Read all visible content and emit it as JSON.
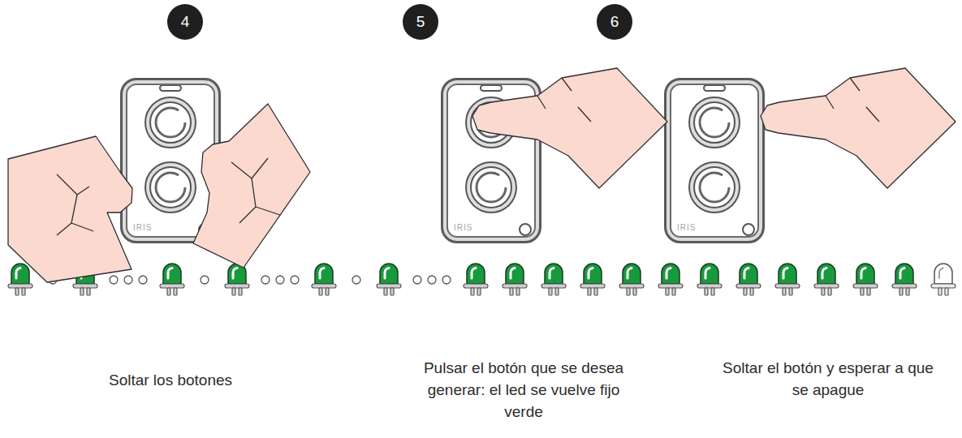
{
  "diagram": {
    "nodes": [
      {
        "text": [
          "4"
        ]
      },
      {
        "text": [
          "IRIS"
        ]
      },
      {
        "text": [
          "5"
        ]
      },
      {
        "text": [
          "IRIS"
        ]
      },
      {
        "text": [
          "6"
        ]
      },
      {
        "text": [
          "IRIS"
        ]
      }
    ],
    "labels": [
      "Soltar los botones",
      "Pulsar el botón que se desea generar: el led se vuelve fijo verde",
      "Soltar el botón y esperar a que se apague"
    ]
  }
}
